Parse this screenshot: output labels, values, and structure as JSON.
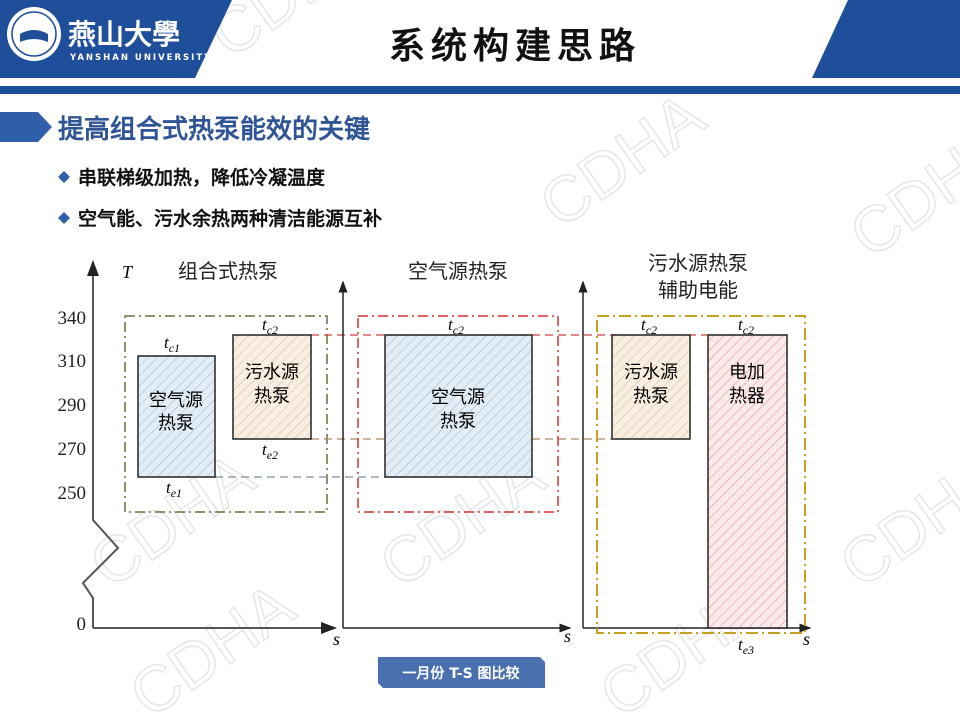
{
  "header": {
    "university_cn": "燕山大學",
    "university_en": "YANSHAN UNIVERSITY",
    "title": "系统构建思路",
    "brand_color": "#1f4e9a"
  },
  "section": {
    "heading": "提高组合式热泵能效的关键",
    "bullets": [
      "串联梯级加热，降低冷凝温度",
      "空气能、污水余热两种清洁能源互补"
    ]
  },
  "diagram": {
    "y_axis_label": "T",
    "x_axis_label": "s",
    "y_ticks": [
      "340",
      "310",
      "290",
      "270",
      "250",
      "0"
    ],
    "panels": [
      {
        "title": "组合式热泵",
        "boxes": [
          {
            "label_1": "空气源",
            "label_2": "热泵",
            "top": "t",
            "top_sub": "c1",
            "bottom": "t",
            "bottom_sub": "e1"
          },
          {
            "label_1": "污水源",
            "label_2": "热泵",
            "top": "t",
            "top_sub": "c2",
            "bottom": "t",
            "bottom_sub": "e2"
          }
        ]
      },
      {
        "title": "空气源热泵",
        "boxes": [
          {
            "label_1": "空气源",
            "label_2": "热泵",
            "top": "t",
            "top_sub": "c2"
          }
        ]
      },
      {
        "title": "污水源热泵",
        "title_2": "辅助电能",
        "boxes": [
          {
            "label_1": "污水源",
            "label_2": "热泵",
            "top": "t",
            "top_sub": "c2"
          },
          {
            "label_1": "电加",
            "label_2": "热器",
            "top": "t",
            "top_sub": "c2",
            "bottom": "t",
            "bottom_sub": "e3"
          }
        ]
      }
    ],
    "caption": "一月份 T-S 图比较"
  },
  "watermark": "CDHA"
}
